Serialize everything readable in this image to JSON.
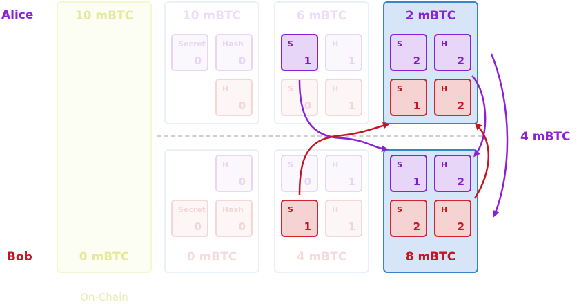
{
  "parties": {
    "alice": "Alice",
    "bob": "Bob"
  },
  "columns": [
    {
      "top_amount": "10 mBTC",
      "bottom_amount": "0 mBTC",
      "caption": "On-Chain",
      "boxes": []
    },
    {
      "top_amount": "10 mBTC",
      "bottom_amount": "0 mBTC",
      "boxes": [
        {
          "side": "top",
          "row": 0,
          "slot": 0,
          "color": "purple",
          "letter": "Secret",
          "num": "0"
        },
        {
          "side": "top",
          "row": 0,
          "slot": 1,
          "color": "purple",
          "letter": "Hash",
          "num": "0"
        },
        {
          "side": "top",
          "row": 1,
          "slot": 1,
          "color": "red",
          "letter": "H",
          "num": "0"
        },
        {
          "side": "bot",
          "row": 0,
          "slot": 1,
          "color": "purple",
          "letter": "H",
          "num": "0"
        },
        {
          "side": "bot",
          "row": 1,
          "slot": 0,
          "color": "red",
          "letter": "Secret",
          "num": "0"
        },
        {
          "side": "bot",
          "row": 1,
          "slot": 1,
          "color": "red",
          "letter": "Hash",
          "num": "0"
        }
      ]
    },
    {
      "top_amount": "6 mBTC",
      "bottom_amount": "4 mBTC",
      "boxes": [
        {
          "side": "top",
          "row": 0,
          "slot": 0,
          "color": "purple",
          "letter": "S",
          "num": "1",
          "active": true
        },
        {
          "side": "top",
          "row": 0,
          "slot": 1,
          "color": "purple",
          "letter": "H",
          "num": "1"
        },
        {
          "side": "top",
          "row": 1,
          "slot": 0,
          "color": "red",
          "letter": "S",
          "num": "0"
        },
        {
          "side": "top",
          "row": 1,
          "slot": 1,
          "color": "red",
          "letter": "H",
          "num": "1"
        },
        {
          "side": "bot",
          "row": 0,
          "slot": 0,
          "color": "purple",
          "letter": "S",
          "num": "0"
        },
        {
          "side": "bot",
          "row": 0,
          "slot": 1,
          "color": "purple",
          "letter": "H",
          "num": "1"
        },
        {
          "side": "bot",
          "row": 1,
          "slot": 0,
          "color": "red",
          "letter": "S",
          "num": "1",
          "active": true
        },
        {
          "side": "bot",
          "row": 1,
          "slot": 1,
          "color": "red",
          "letter": "H",
          "num": "1"
        }
      ]
    },
    {
      "top_amount": "2 mBTC",
      "bottom_amount": "8 mBTC",
      "highlight": true,
      "boxes": [
        {
          "side": "top",
          "row": 0,
          "slot": 0,
          "color": "purple",
          "letter": "S",
          "num": "2",
          "active": true
        },
        {
          "side": "top",
          "row": 0,
          "slot": 1,
          "color": "purple",
          "letter": "H",
          "num": "2",
          "active": true
        },
        {
          "side": "top",
          "row": 1,
          "slot": 0,
          "color": "red",
          "letter": "S",
          "num": "1",
          "active": true
        },
        {
          "side": "top",
          "row": 1,
          "slot": 1,
          "color": "red",
          "letter": "H",
          "num": "2",
          "active": true
        },
        {
          "side": "bot",
          "row": 0,
          "slot": 0,
          "color": "purple",
          "letter": "S",
          "num": "1",
          "active": true
        },
        {
          "side": "bot",
          "row": 0,
          "slot": 1,
          "color": "purple",
          "letter": "H",
          "num": "2",
          "active": true
        },
        {
          "side": "bot",
          "row": 1,
          "slot": 0,
          "color": "red",
          "letter": "S",
          "num": "2",
          "active": true
        },
        {
          "side": "bot",
          "row": 1,
          "slot": 1,
          "color": "red",
          "letter": "H",
          "num": "2",
          "active": true
        }
      ]
    }
  ],
  "transfer_label": "4 mBTC",
  "colors": {
    "alice": "#8a21d6",
    "bob": "#c41520",
    "highlight_fill": "#d6e6f8",
    "highlight_border": "#3a82cc",
    "onchain": "#f1f6b0"
  }
}
